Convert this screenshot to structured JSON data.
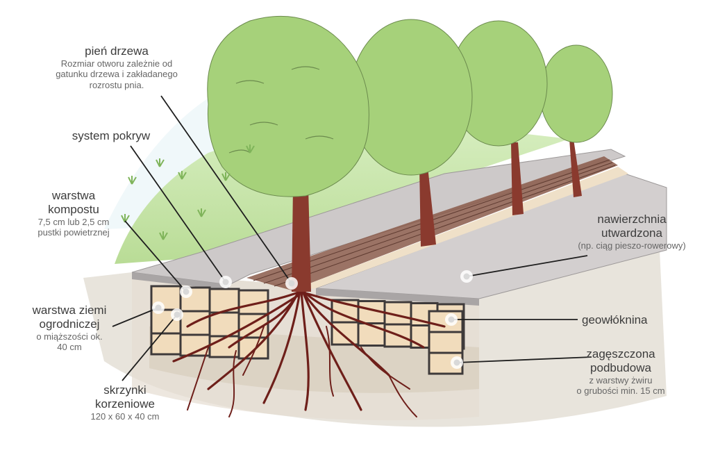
{
  "labels": {
    "trunk": {
      "title": "pień drzewa",
      "desc": [
        "Rozmiar otworu zależnie od",
        "gatunku drzewa i zakładanego",
        "rozrostu pnia."
      ]
    },
    "cover": {
      "title": "system pokryw"
    },
    "compost": {
      "title": [
        "warstwa",
        "kompostu"
      ],
      "desc": [
        "7,5 cm lub 2,5 cm",
        "pustki powietrznej"
      ]
    },
    "soil": {
      "title": [
        "warstwa ziemi",
        "ogrodniczej"
      ],
      "desc": [
        "o miąższości ok.",
        "40 cm"
      ]
    },
    "boxes": {
      "title": [
        "skrzynki",
        "korzeniowe"
      ],
      "desc": [
        "120 x 60 x 40 cm"
      ]
    },
    "pavement": {
      "title": [
        "nawierzchnia",
        "utwardzona"
      ],
      "desc": [
        "(np. ciąg pieszo-rowerowy)"
      ]
    },
    "geo": {
      "title": "geowłóknina"
    },
    "base": {
      "title": [
        "zagęszczona",
        "podbudowa"
      ],
      "desc": [
        "z warstwy żwiru",
        "o grubości min. 15 cm"
      ]
    }
  },
  "colors": {
    "foliage": "#a6d17a",
    "grass": "#c2e0a2",
    "trunk": "#8a3a2e",
    "root": "#6e1f1a",
    "pavement": "#cfcbcb",
    "soil": "#f1dcbc",
    "boxframe": "#3e3a3a",
    "ground": "#d8d0c4"
  }
}
